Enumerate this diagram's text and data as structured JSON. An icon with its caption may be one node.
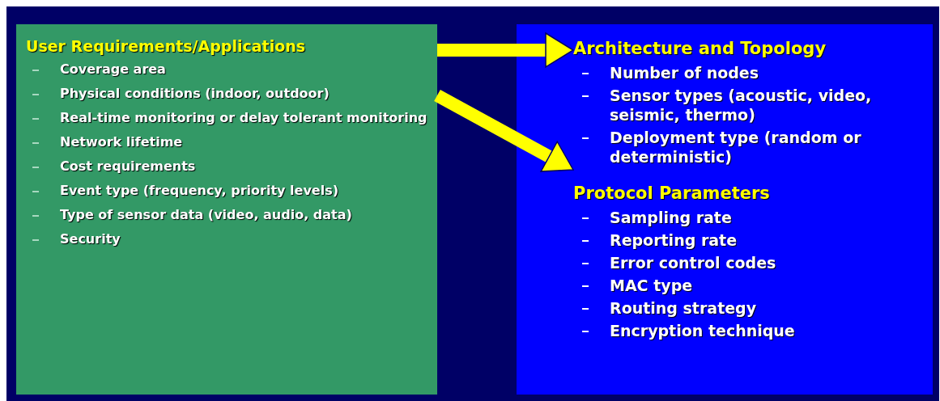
{
  "diagram": {
    "nodes": [
      {
        "text": [
          "User Requirements/Applications",
          "Coverage area",
          "Physical conditions (indoor, outdoor)",
          "Real-time monitoring or delay tolerant monitoring",
          "Network lifetime",
          "Cost requirements",
          "Event type (frequency, priority levels)",
          "Type of sensor data (video, audio, data)",
          "Security"
        ]
      },
      {
        "text": [],
        "shape": "box"
      },
      {
        "text": [
          "Architecture and Topology",
          "Number of nodes",
          "Sensor types (acoustic, video, seismic, thermo)",
          "Deployment type (random or deterministic)"
        ],
        "in": 1
      },
      {
        "text": [
          "Protocol Parameters",
          "Sampling rate",
          "Reporting rate",
          "Error control codes",
          "MAC type",
          "Routing strategy",
          "Encryption technique"
        ],
        "in": 1
      }
    ],
    "edges": [
      {
        "from": 0,
        "to": 2,
        "arrow": "to"
      },
      {
        "from": 0,
        "to": 3,
        "arrow": "to"
      }
    ]
  }
}
